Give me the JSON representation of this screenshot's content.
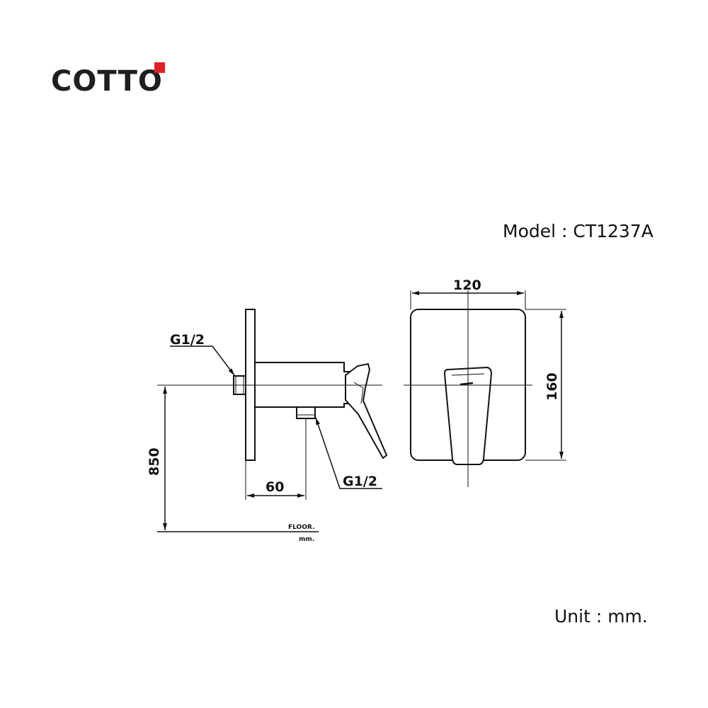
{
  "brand": {
    "name": "COTTO",
    "accent_color": "#e31e24"
  },
  "model_label": "Model : CT1237A",
  "unit_label": "Unit : mm.",
  "drawing": {
    "side_view": {
      "thread_top_label": "G1/2",
      "thread_bottom_label": "G1/2",
      "height_dim": "850",
      "depth_dim": "60",
      "floor_label": "FLOOR.",
      "floor_unit": "mm."
    },
    "front_view": {
      "width_dim": "120",
      "height_dim": "160"
    }
  }
}
